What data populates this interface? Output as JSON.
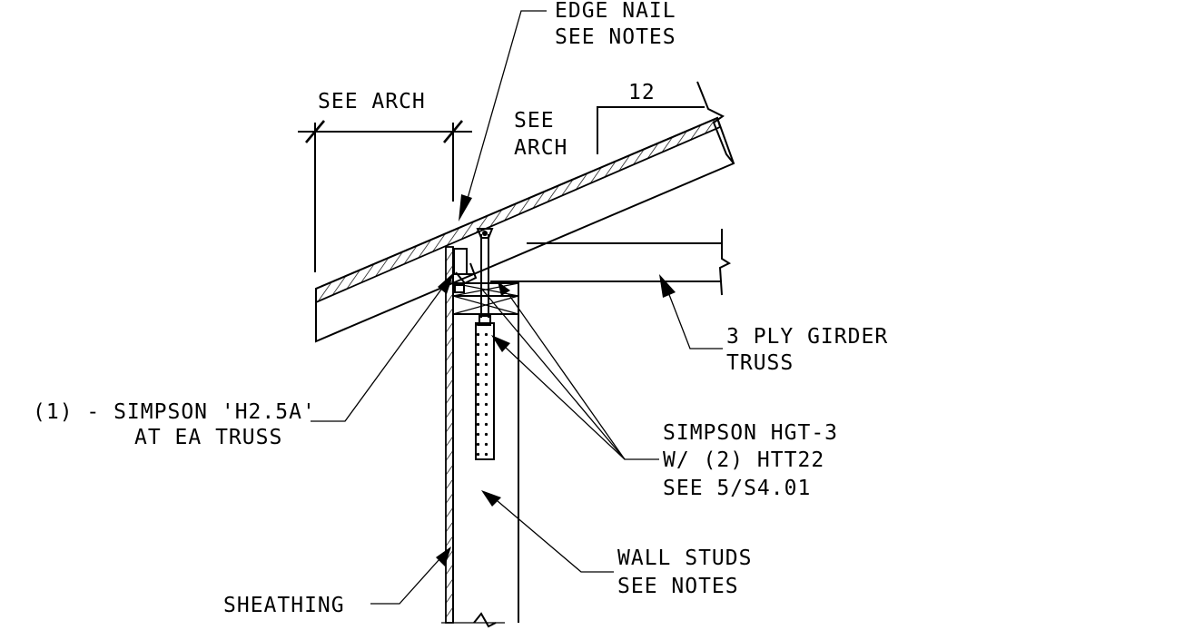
{
  "labels": {
    "edge_nail_1": "EDGE NAIL",
    "edge_nail_2": "SEE NOTES",
    "see_arch_dim": "SEE ARCH",
    "slope_rise": "12",
    "see_arch_a": "SEE",
    "see_arch_b": "ARCH",
    "girder_1": "3 PLY GIRDER",
    "girder_2": "TRUSS",
    "h25a_1": "(1) - SIMPSON 'H2.5A'",
    "h25a_2": "AT EA TRUSS",
    "hgt_1": "SIMPSON HGT-3",
    "hgt_2": "W/ (2) HTT22",
    "hgt_3": "SEE 5/S4.01",
    "studs_1": "WALL STUDS",
    "studs_2": "SEE NOTES",
    "sheathing": "SHEATHING"
  }
}
